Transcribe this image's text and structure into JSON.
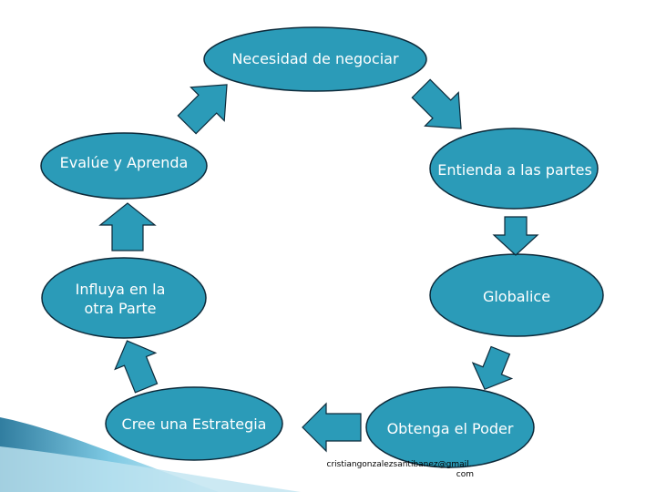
{
  "diagram": {
    "type": "cycle",
    "nodes": [
      {
        "id": "necesidad",
        "label": "Necesidad de negociar"
      },
      {
        "id": "entienda",
        "label": "Entienda a las partes"
      },
      {
        "id": "globalice",
        "label": "Globalice"
      },
      {
        "id": "obtenga",
        "label": "Obtenga el Poder"
      },
      {
        "id": "cree",
        "label": "Cree una Estrategia"
      },
      {
        "id": "influya",
        "label_line1": "Influya en la",
        "label_line2": "otra Parte"
      },
      {
        "id": "evalue",
        "label": "Evalúe y Aprenda"
      }
    ],
    "flow": [
      "necesidad",
      "entienda",
      "globalice",
      "obtenga",
      "cree",
      "influya",
      "evalue",
      "necesidad"
    ]
  },
  "footer": {
    "email_line1": "cristiangonzalezsantibanez@gmail.",
    "email_line2": "com"
  },
  "colors": {
    "node_fill": "#2b9bb8",
    "node_stroke": "#0d2a3a",
    "arrow_fill": "#2b9bb8",
    "arrow_stroke": "#0d2a3a",
    "label_text": "#ffffff"
  }
}
